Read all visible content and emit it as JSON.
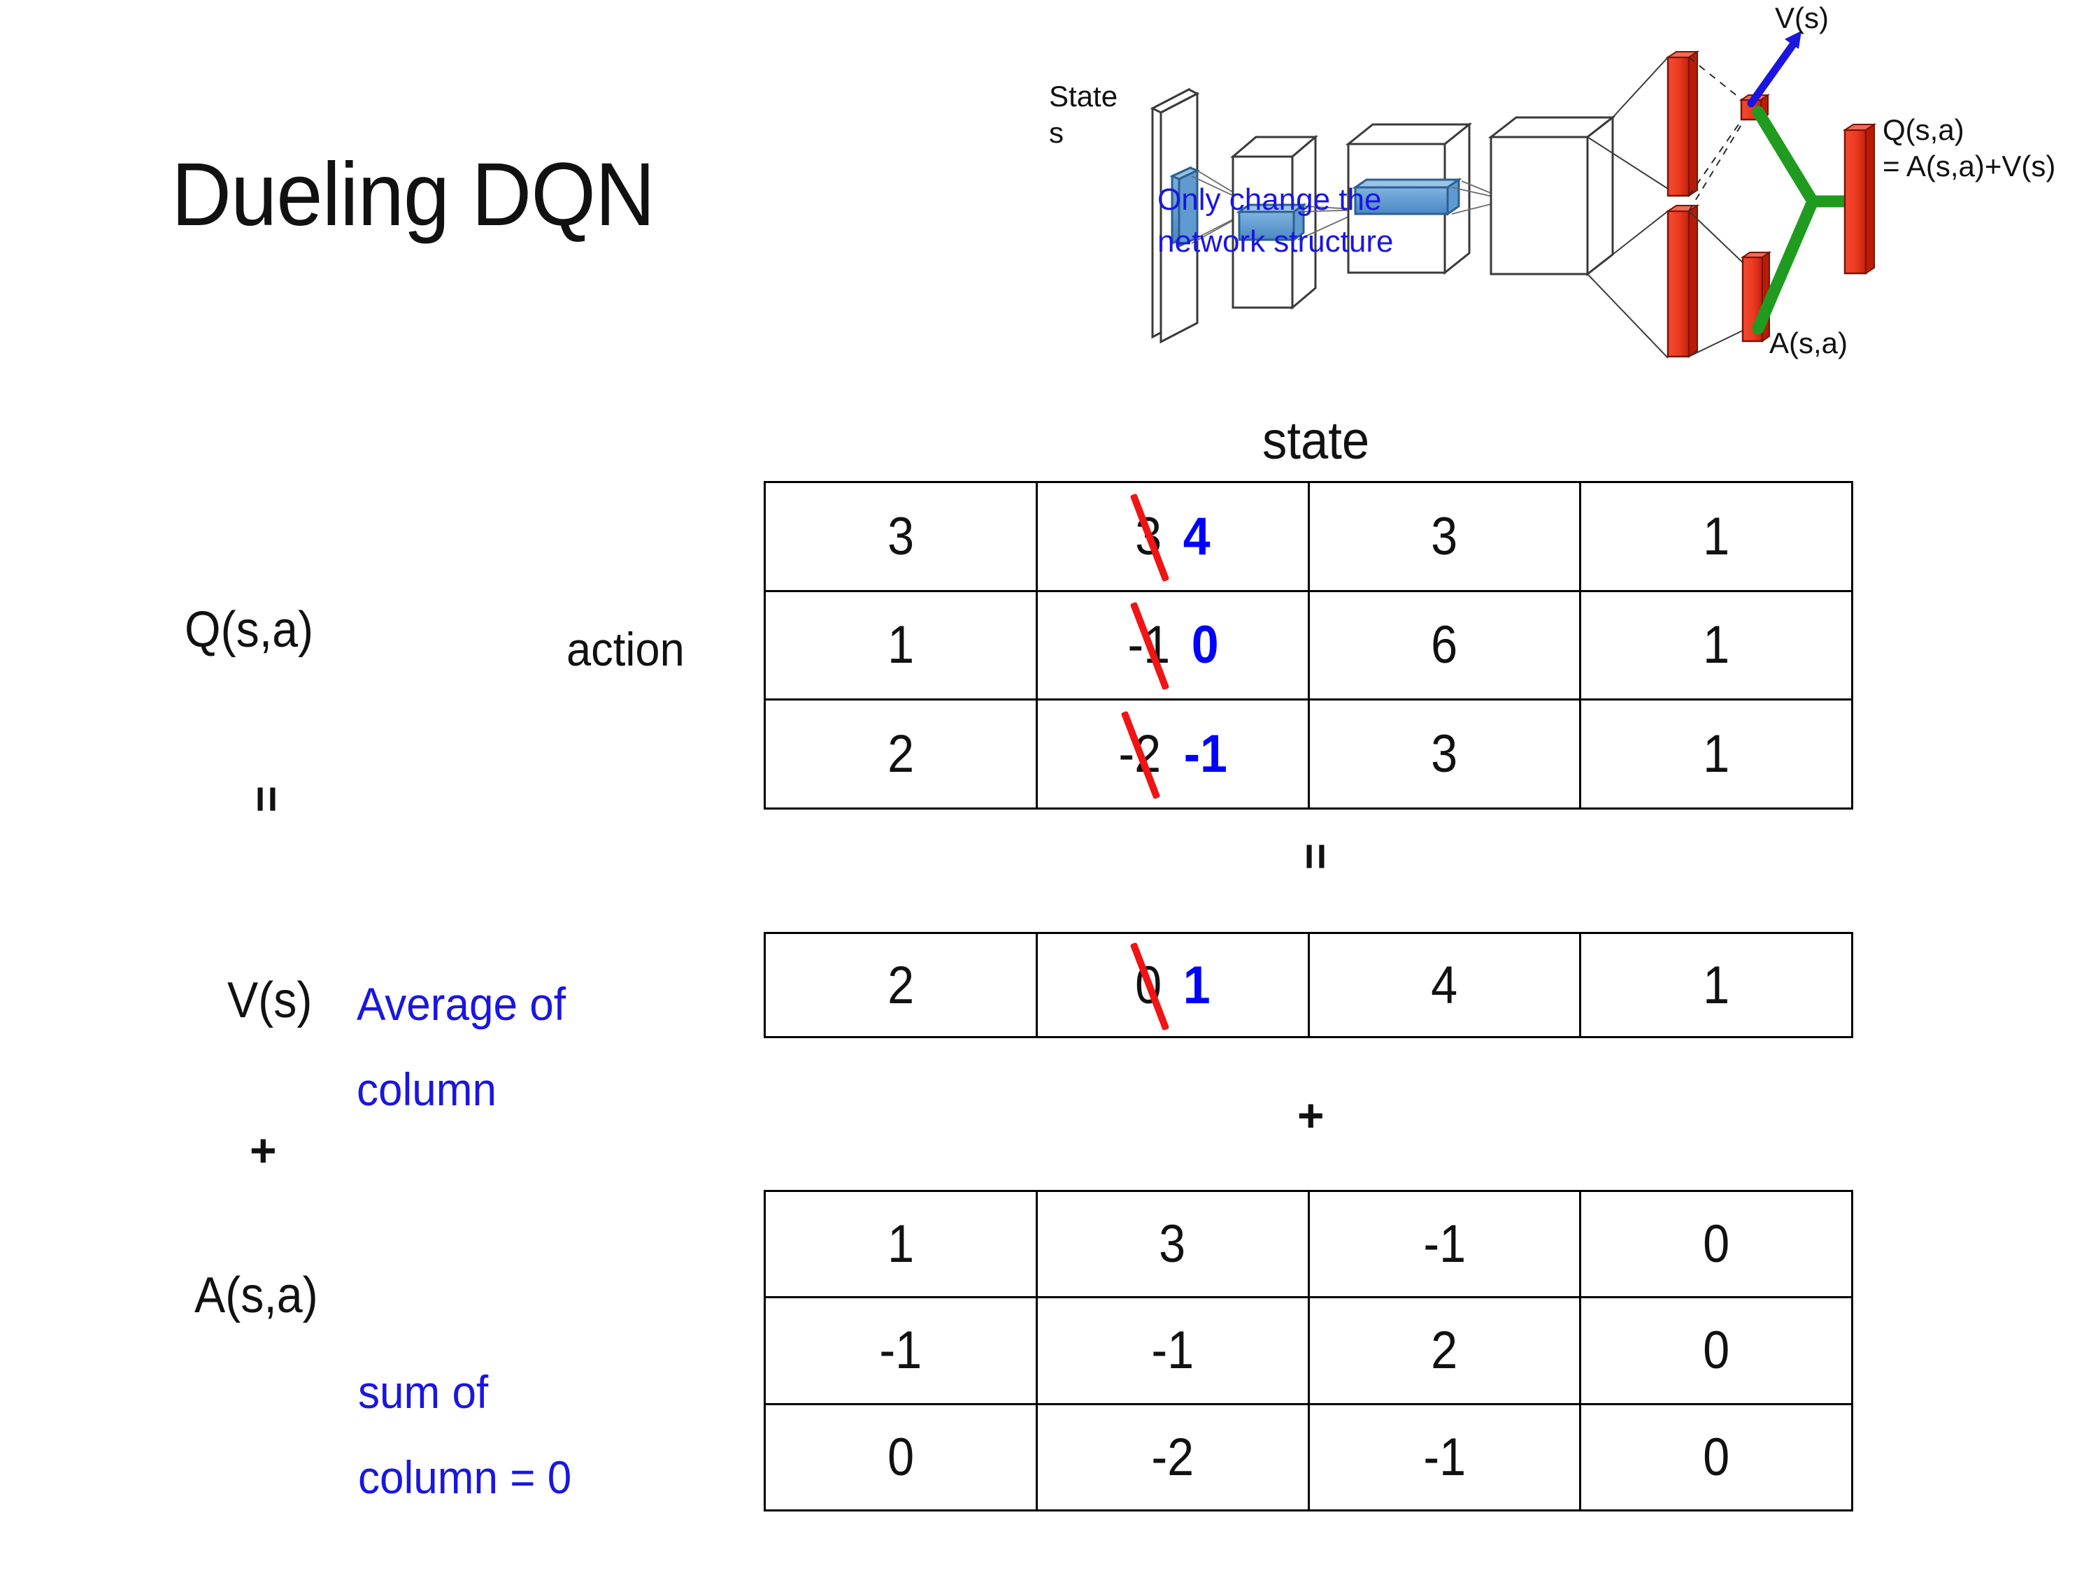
{
  "title": "Dueling DQN",
  "diagram": {
    "input_label_line1": "State",
    "input_label_line2": "s",
    "note": "Only change the\nnetwork structure",
    "note_line1": "Only change the",
    "note_line2": "network structure",
    "value_output": "V(s)",
    "advantage_output": "A(s,a)",
    "q_output_line1": "Q(s,a)",
    "q_output_line2": "= A(s,a)+V(s)",
    "colors": {
      "filter_blue": "#5b9bd5",
      "stream_red": "#e8341c",
      "merge_green": "#1f9c1f",
      "arrow_blue": "#1a16e0",
      "note_blue": "#1a16e0"
    }
  },
  "labels": {
    "state_axis": "state",
    "action_axis": "action",
    "q_label": "Q(s,a)",
    "v_label": "V(s)",
    "a_label": "A(s,a)",
    "equals_q_v": "=",
    "equals_table": "=",
    "plus_left": "+",
    "plus_table": "+",
    "v_note_line1": "Average of",
    "v_note_line2": "column",
    "a_note_line1": "sum of",
    "a_note_line2": "column = 0"
  },
  "colors": {
    "correction_blue": "#0000ff",
    "strike_red": "#f01414",
    "annotation_blue": "#1a16e0",
    "grid_line": "#000000",
    "background": "#ffffff"
  },
  "tables": {
    "q": {
      "name": "Q(s,a)",
      "rows": [
        [
          {
            "value": "3"
          },
          {
            "value": "3",
            "edited": true,
            "new_value": "4"
          },
          {
            "value": "3"
          },
          {
            "value": "1"
          }
        ],
        [
          {
            "value": "1"
          },
          {
            "value": "-1",
            "edited": true,
            "new_value": "0"
          },
          {
            "value": "6"
          },
          {
            "value": "1"
          }
        ],
        [
          {
            "value": "2"
          },
          {
            "value": "-2",
            "edited": true,
            "new_value": "-1"
          },
          {
            "value": "3"
          },
          {
            "value": "1"
          }
        ]
      ]
    },
    "v": {
      "name": "V(s)",
      "rows": [
        [
          {
            "value": "2"
          },
          {
            "value": "0",
            "edited": true,
            "new_value": "1"
          },
          {
            "value": "4"
          },
          {
            "value": "1"
          }
        ]
      ]
    },
    "a": {
      "name": "A(s,a)",
      "rows": [
        [
          {
            "value": "1"
          },
          {
            "value": "3"
          },
          {
            "value": "-1"
          },
          {
            "value": "0"
          }
        ],
        [
          {
            "value": "-1"
          },
          {
            "value": "-1"
          },
          {
            "value": "2"
          },
          {
            "value": "0"
          }
        ],
        [
          {
            "value": "0"
          },
          {
            "value": "-2"
          },
          {
            "value": "-1"
          },
          {
            "value": "0"
          }
        ]
      ]
    }
  },
  "chart_data": {
    "type": "table",
    "title": "Dueling DQN decomposition Q(s,a) = V(s) + A(s,a)",
    "row_axis": "action",
    "col_axis": "state",
    "tables": [
      {
        "name": "Q(s,a)",
        "values": [
          [
            3,
            3,
            3,
            1
          ],
          [
            1,
            -1,
            6,
            1
          ],
          [
            2,
            -2,
            3,
            1
          ]
        ],
        "corrected_column": 1,
        "corrected_values": [
          4,
          0,
          -1
        ]
      },
      {
        "name": "V(s)",
        "values": [
          [
            2,
            0,
            4,
            1
          ]
        ],
        "corrected_column": 1,
        "corrected_values": [
          1
        ],
        "note": "Average of column"
      },
      {
        "name": "A(s,a)",
        "values": [
          [
            1,
            3,
            -1,
            0
          ],
          [
            -1,
            -1,
            2,
            0
          ],
          [
            0,
            -2,
            -1,
            0
          ]
        ],
        "note": "sum of column = 0"
      }
    ]
  }
}
